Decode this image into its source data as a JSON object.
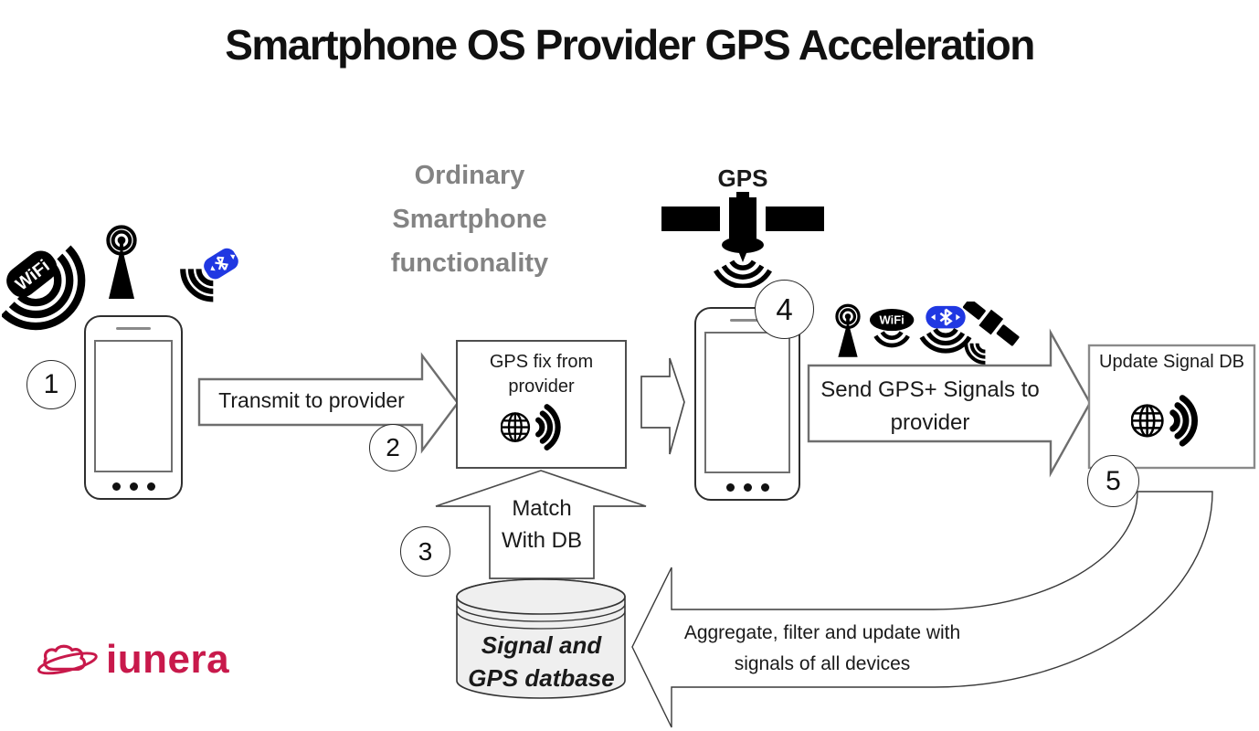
{
  "title": "Smartphone OS Provider GPS Acceleration",
  "annotations": {
    "ordinary": "Ordinary\nSmartphone\nfunctionality",
    "gps": "GPS",
    "aggregate": "Aggregate, filter and update with\nsignals of all devices"
  },
  "steps": [
    "1",
    "2",
    "3",
    "4",
    "5"
  ],
  "arrows": {
    "transmit": "Transmit to provider",
    "send": "Send GPS+ Signals to\nprovider",
    "match": "Match\nWith DB"
  },
  "boxes": {
    "gps_fix": "GPS fix from\nprovider",
    "update_db": "Update Signal DB"
  },
  "database_label": "Signal and\nGPS datbase",
  "icon_text": {
    "wifi": "WiFi"
  },
  "logo_text": "iunera",
  "colors": {
    "bluetooth_blue": "#2038e2",
    "brand_red": "#c8194b",
    "muted_gray": "#838383",
    "database_fill": "#efefef"
  }
}
